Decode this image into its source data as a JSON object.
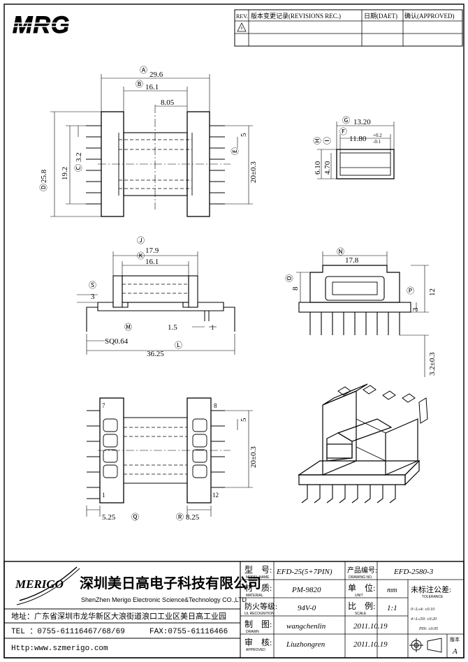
{
  "logo": {
    "text": "MRG"
  },
  "revision_block": {
    "rev_label": "REV.",
    "change_record": "版本变更记录(REVISIONS REC.)",
    "date": "日期(DAET)",
    "approved": "确认(APPROVED)"
  },
  "dims_top_left": {
    "A": "Ⓐ",
    "A_val": "29.6",
    "B": "Ⓑ",
    "B_val": "16.1",
    "val_805": "8.05",
    "C": "Ⓒ",
    "C_val": "3.2",
    "D": "Ⓓ",
    "D_val": "25.8",
    "val_192": "19.2",
    "val_5": "5",
    "E": "Ⓔ",
    "E_val": "20±0.3"
  },
  "dims_top_right": {
    "G": "Ⓖ",
    "G_val": "13.20",
    "F": "Ⓕ",
    "F_val": "11.80",
    "F_tol_up": "+0.2",
    "F_tol_dn": "-0.1",
    "H": "Ⓗ",
    "H_val": "6.10",
    "I": "Ⓘ",
    "I_val": "4.70"
  },
  "dims_mid_left": {
    "J": "Ⓙ",
    "J_val": "17.9",
    "K": "Ⓚ",
    "K_val": "16.1",
    "S": "Ⓢ",
    "S_val": "3",
    "M": "Ⓜ",
    "M_val": "SQ0.64",
    "val_15": "1.5",
    "val_1": "1",
    "L": "Ⓛ",
    "L_val": "36.25"
  },
  "dims_mid_right": {
    "N": "Ⓝ",
    "N_val": "17.8",
    "O": "Ⓞ",
    "O_val": "8",
    "P": "Ⓟ",
    "P_val": "3",
    "val_12": "12",
    "val_32": "3.2±0.3"
  },
  "dims_bottom_left": {
    "pin_7": "7",
    "pin_8": "8",
    "pin_1": "1",
    "pin_12": "12",
    "val_5": "5",
    "val_20": "20±0.3",
    "Q_val": "5.25",
    "Q": "Ⓠ",
    "R": "Ⓡ",
    "R_val": "8.25"
  },
  "title_block": {
    "company_logo": "MERIGO",
    "company_cn": "深圳美日高电子科技有限公司",
    "company_en": "ShenZhen Merigo Electronic Science&Technology CO.,LTD",
    "address": "地址：广东省深圳市龙华新区大浪街道浪口工业区美日高工业园",
    "tel": "TEL ：0755-61116467/68/69",
    "fax": "FAX:0755-61116466",
    "http": "Http:www.szmerigo.com",
    "model_label": "型　号:",
    "model_sub": "MODEL NAME",
    "model_val": "EFD-25(5+7PIN)",
    "drawing_label": "产品编号:",
    "drawing_sub": "DRAWING NO.",
    "drawing_val": "EFD-2580-3",
    "material_label": "材　质:",
    "material_sub": "MATERIAL",
    "material_val": "PM-9820",
    "unit_label": "单　位:",
    "unit_sub": "UNIT",
    "unit_val": "mm",
    "tolerance_label": "未标注公差:",
    "tolerance_sub": "TOLERANCE",
    "tol_line1": "0<L≤4:  ±0.10",
    "tol_line2": "4<L≤50: ±0.20",
    "tol_line3": "PIN: ±0.05",
    "flame_label": "防火等级:",
    "flame_sub": "UL RECOGNITION",
    "flame_val": "94V-0",
    "scale_label": "比　例:",
    "scale_sub": "SCALE",
    "scale_val": "1:1",
    "drawn_label": "制　图:",
    "drawn_sub": "DRAWN",
    "drawn_val": "wangchenlin",
    "drawn_date": "2011.10.19",
    "approved_label": "审　核:",
    "approved_sub": "APPROVED",
    "approved_val": "Liuzhongren",
    "approved_date": "2011.10.19",
    "version_label": "版本",
    "version_val": "A"
  }
}
